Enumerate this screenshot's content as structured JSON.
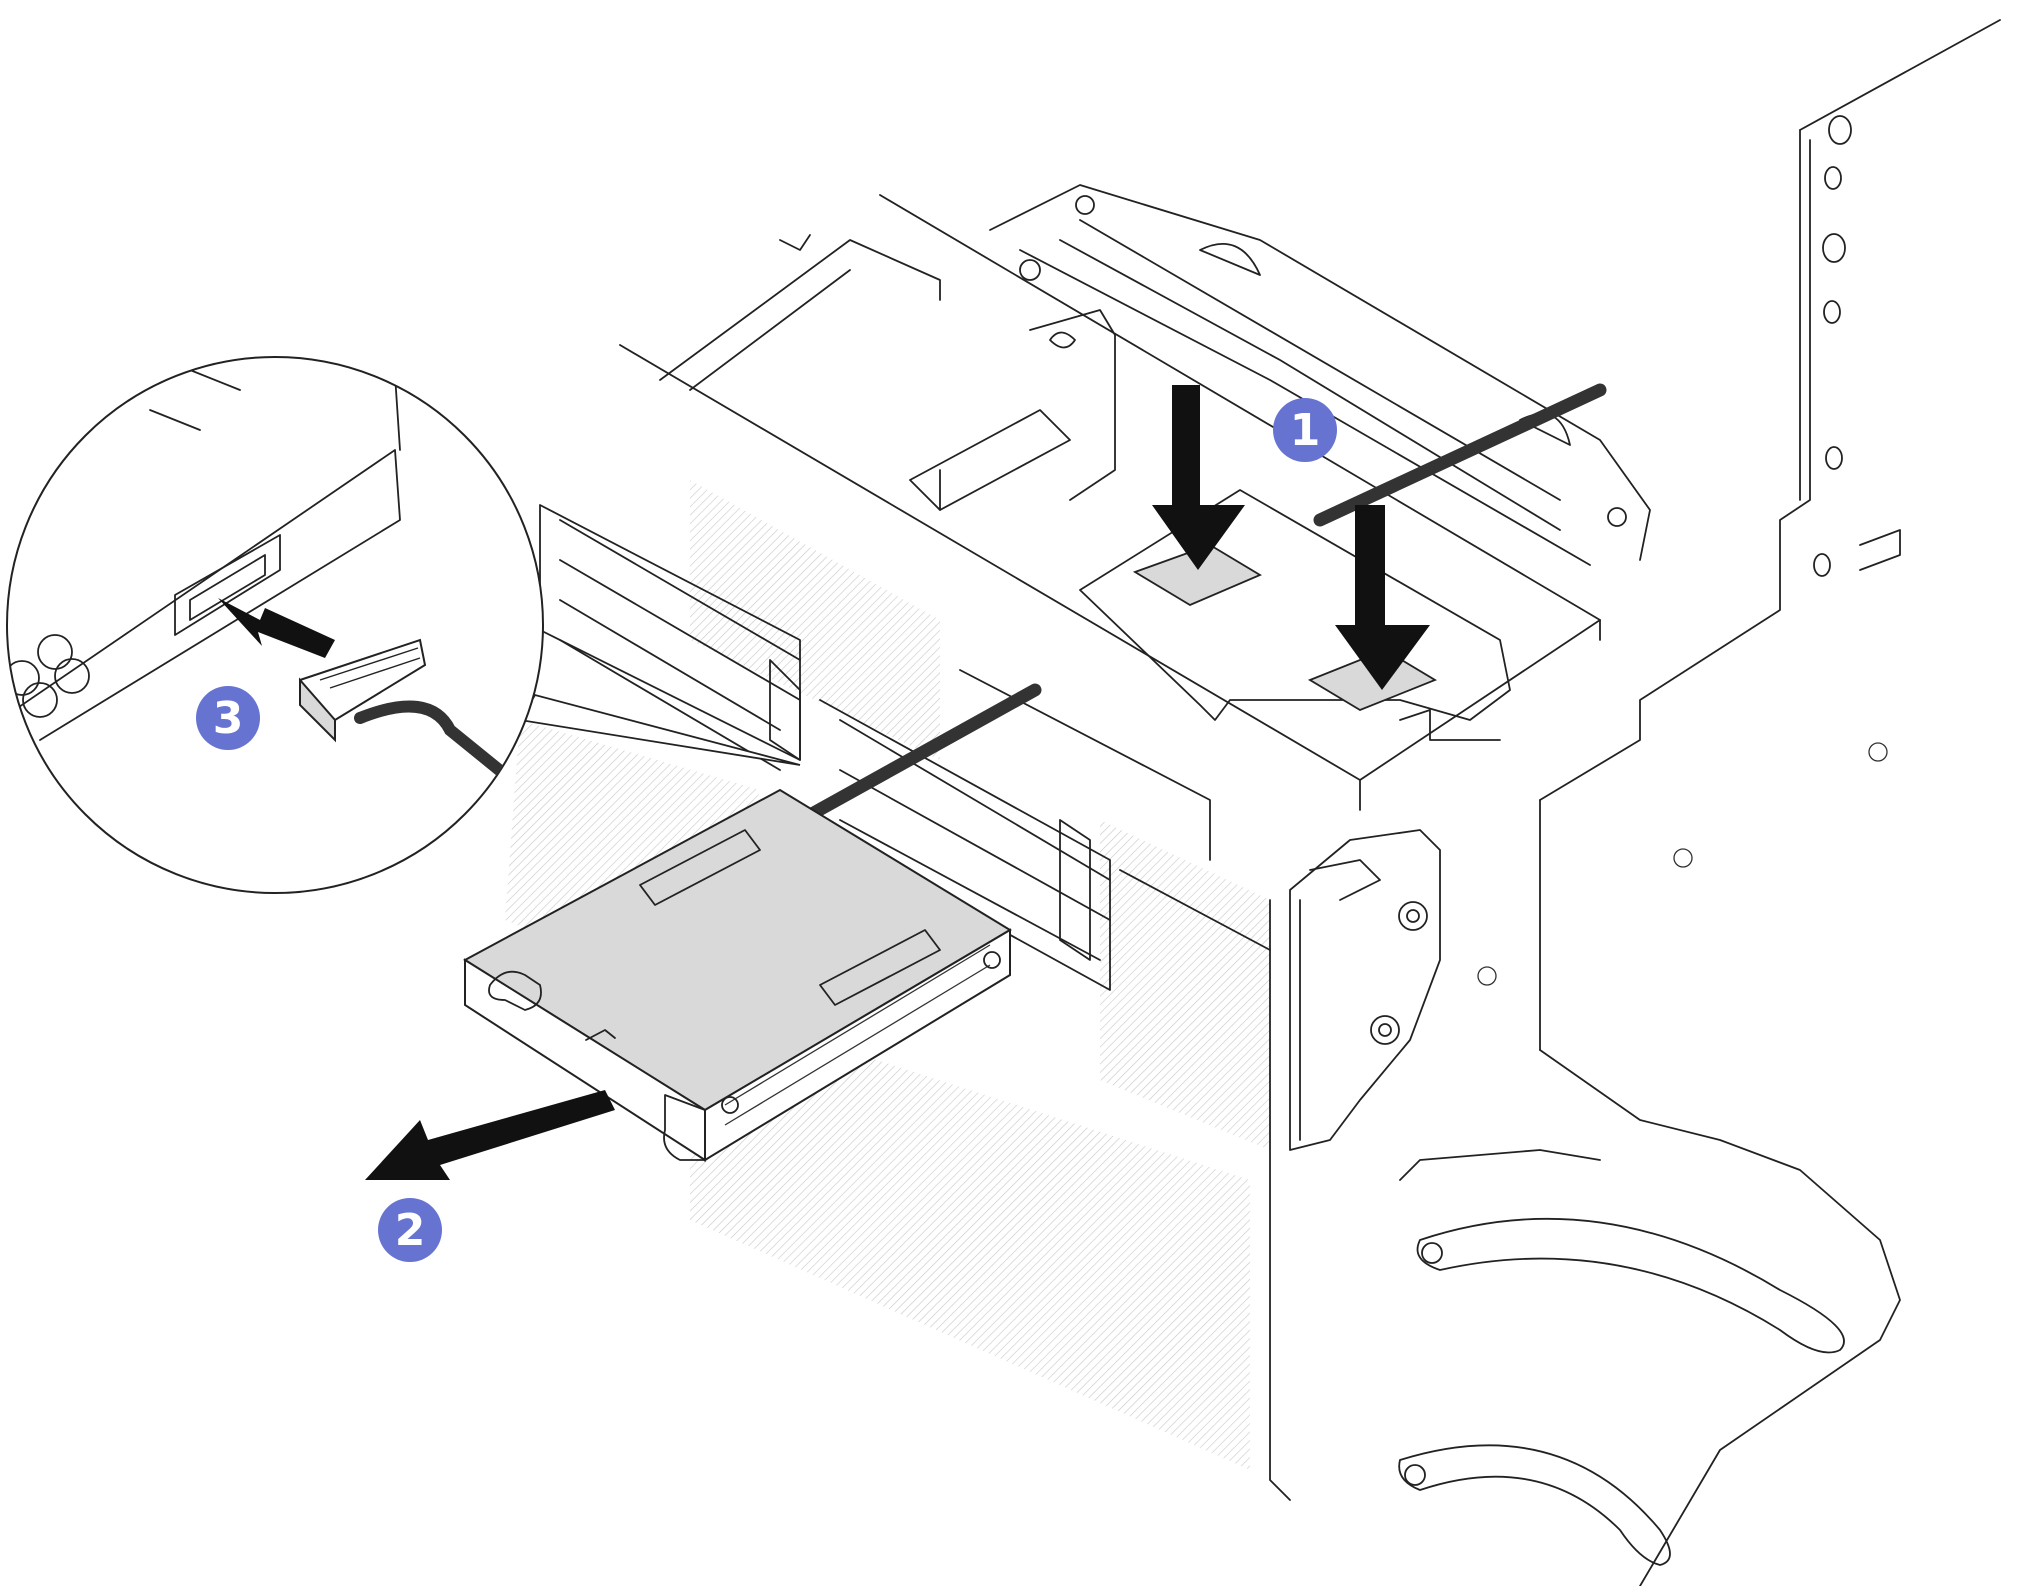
{
  "figure": {
    "background": "#ffffff",
    "line_color": "#222222",
    "panel_fill": "#d9d9d9",
    "arrow_color": "#111111",
    "callout_color": "#6673d1"
  },
  "callouts": [
    {
      "id": "step-1",
      "label": "1"
    },
    {
      "id": "step-2",
      "label": "2"
    },
    {
      "id": "step-3",
      "label": "3"
    }
  ]
}
